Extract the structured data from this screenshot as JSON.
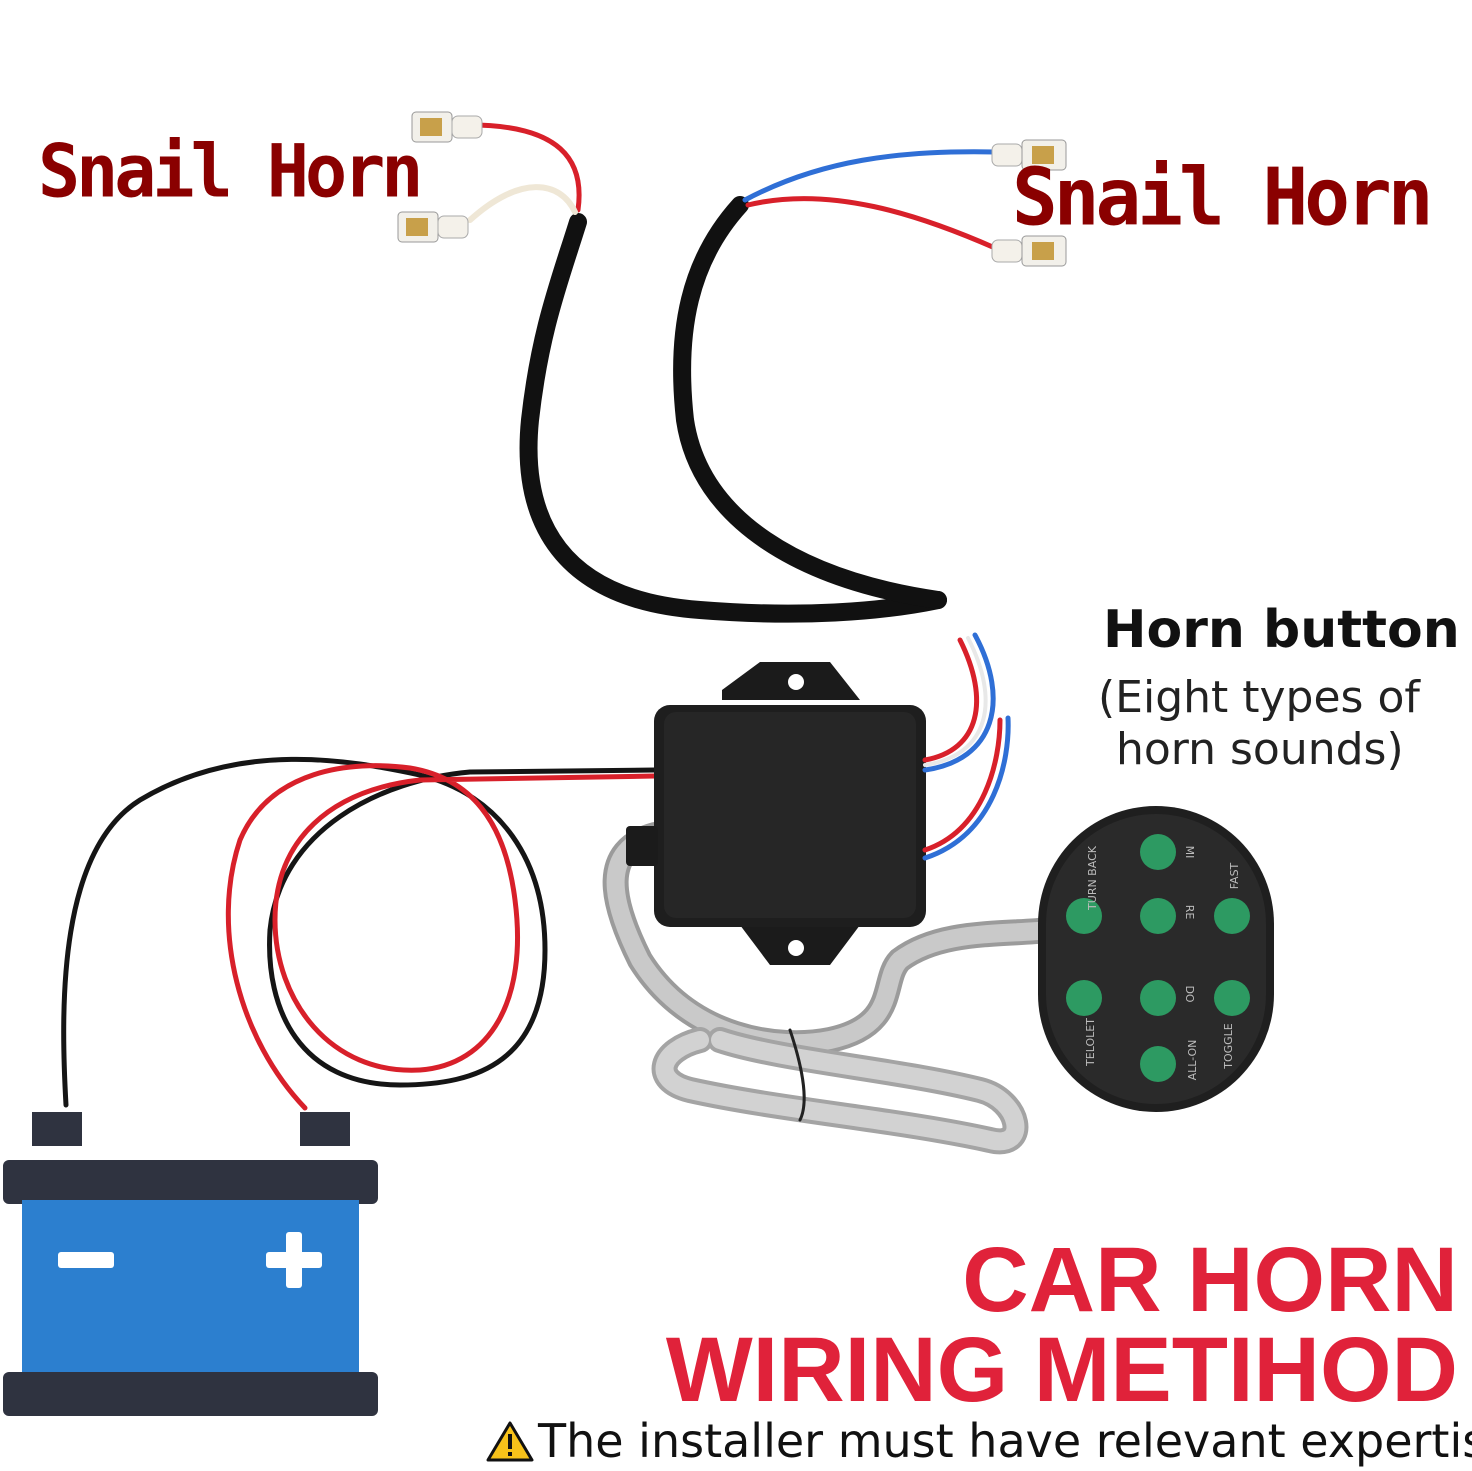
{
  "labels": {
    "snail_horn_left": "Snail Horn",
    "snail_horn_right": "Snail Horn",
    "horn_button_title": "Horn button",
    "horn_button_sub_1": "(Eight types of",
    "horn_button_sub_2": "horn sounds)"
  },
  "headline": {
    "line_1": "CAR HORN",
    "line_2": "WIRING METIHOD"
  },
  "warning": {
    "icon": "warning-triangle-icon",
    "text": "The installer must have relevant expertise"
  },
  "battery": {
    "minus": "−",
    "plus": "+"
  },
  "keypad": {
    "keys": [
      "MI",
      "TURN BACK",
      "RE",
      "FAST",
      "TELOLET",
      "DO",
      "TOGGLE",
      "ALL-ON"
    ]
  },
  "colors": {
    "snail_label": "#8a0000",
    "headline": "#e0223a",
    "battery_body": "#2c7fcf",
    "battery_frame": "#2f3340",
    "button_green": "#2d9a62",
    "wire_red": "#d8202a",
    "wire_black": "#151515",
    "wire_blue": "#2f6fd6"
  }
}
